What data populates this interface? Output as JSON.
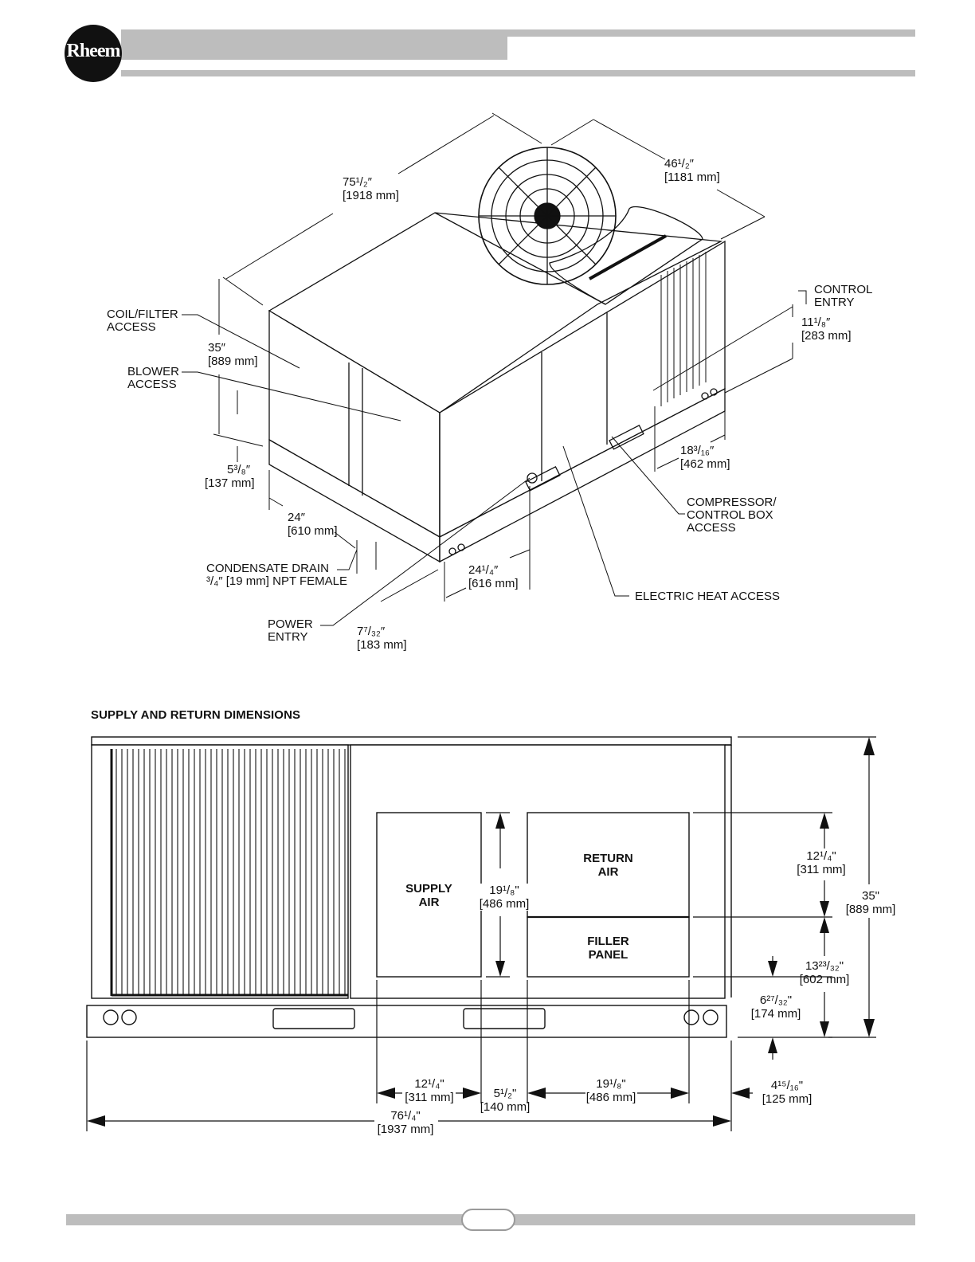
{
  "brand": {
    "logo_text": "Rheem"
  },
  "figure1": {
    "labels": {
      "coil_filter": [
        "COIL/FILTER",
        "ACCESS"
      ],
      "blower": [
        "BLOWER",
        "ACCESS"
      ],
      "control_entry": [
        "CONTROL",
        "ENTRY"
      ],
      "compressor": [
        "COMPRESSOR/",
        "CONTROL BOX",
        "ACCESS"
      ],
      "electric_heat": "ELECTRIC HEAT ACCESS",
      "condensate": [
        "CONDENSATE DRAIN",
        "³/₄″ [19 mm] NPT FEMALE"
      ],
      "power_entry": [
        "POWER",
        "ENTRY"
      ]
    },
    "dims": {
      "length": [
        "75¹/₂″",
        "[1918 mm]"
      ],
      "width": [
        "46¹/₂″",
        "[1181 mm]"
      ],
      "height": [
        "35″",
        "[889 mm]"
      ],
      "control_height": [
        "11¹/₈″",
        "[283 mm]"
      ],
      "control_side": [
        "18³/₁₆″",
        "[462 mm]"
      ],
      "base_height": [
        "5³/₈″",
        "[137 mm]"
      ],
      "drain_offset": [
        "24″",
        "[610 mm]"
      ],
      "power_offset": [
        "24¹/₄″",
        "[616 mm]"
      ],
      "power_height": [
        "7⁷/₃₂″",
        "[183 mm]"
      ]
    }
  },
  "figure2": {
    "title": "SUPPLY AND RETURN DIMENSIONS",
    "labels": {
      "supply": [
        "SUPPLY",
        "AIR"
      ],
      "return": [
        "RETURN",
        "AIR"
      ],
      "filler": [
        "FILLER",
        "PANEL"
      ]
    },
    "dims": {
      "supply_height": [
        "19¹/₈\"",
        "[486 mm]"
      ],
      "return_height": [
        "12¹/₄\"",
        "[311 mm]"
      ],
      "filler_height": [
        "13²³/₃₂\"",
        "[602 mm]"
      ],
      "total_height": [
        "35\"",
        "[889 mm]"
      ],
      "bottom_offset": [
        "6²⁷/₃₂\"",
        "[174 mm]"
      ],
      "supply_width": [
        "12¹/₄\"",
        "[311 mm]"
      ],
      "gap_width": [
        "5¹/₂\"",
        "[140 mm]"
      ],
      "return_width": [
        "19¹/₈\"",
        "[486 mm]"
      ],
      "right_offset": [
        "4¹⁵/₁₆\"",
        "[125 mm]"
      ],
      "total_width": [
        "76¹/₄\"",
        "[1937 mm]"
      ]
    }
  }
}
